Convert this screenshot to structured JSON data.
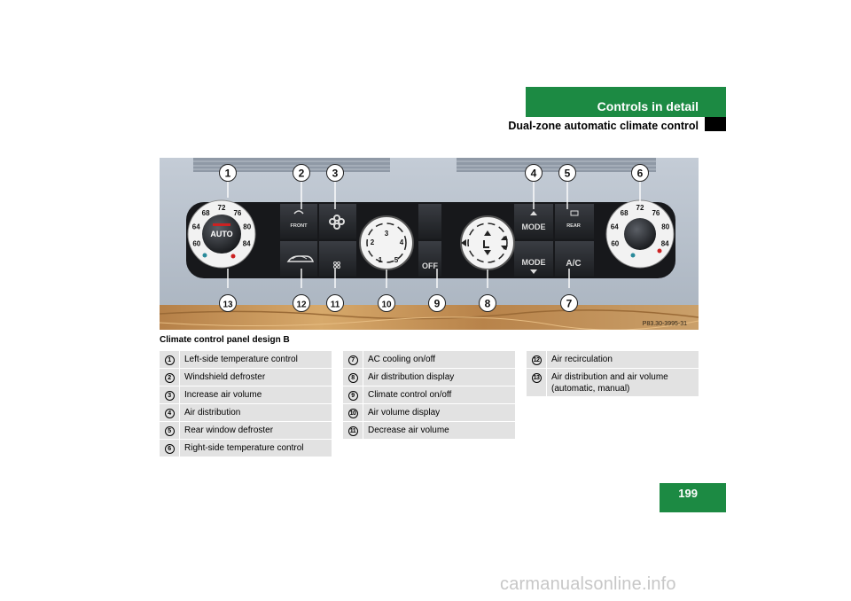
{
  "header": {
    "title": "Controls in detail",
    "subtitle": "Dual-zone automatic climate control"
  },
  "figure": {
    "callouts_top": [
      "1",
      "2",
      "3",
      "4",
      "5",
      "6"
    ],
    "callouts_bottom": [
      "13",
      "12",
      "11",
      "10",
      "9",
      "8",
      "7"
    ],
    "image_code": "P83.30-3995-31",
    "panel_labels": {
      "auto": "AUTO",
      "front": "FRONT",
      "rear": "REAR",
      "mode": "MODE",
      "off": "OFF",
      "ac": "A/C",
      "left_temps": [
        "60",
        "64",
        "68",
        "72",
        "76",
        "80",
        "84"
      ],
      "right_temps": [
        "60",
        "64",
        "68",
        "72",
        "76",
        "80",
        "84"
      ],
      "fan_steps": [
        "1",
        "2",
        "3",
        "4",
        "5"
      ]
    }
  },
  "caption": "Climate control panel design B",
  "legend": {
    "col1": [
      {
        "num": "1",
        "text": "Left-side temperature control"
      },
      {
        "num": "2",
        "text": "Windshield defroster"
      },
      {
        "num": "3",
        "text": "Increase air volume"
      },
      {
        "num": "4",
        "text": "Air distribution"
      },
      {
        "num": "5",
        "text": "Rear window defroster"
      },
      {
        "num": "6",
        "text": "Right-side temperature control"
      }
    ],
    "col2": [
      {
        "num": "7",
        "text": "AC cooling on/off"
      },
      {
        "num": "8",
        "text": "Air distribution display"
      },
      {
        "num": "9",
        "text": "Climate control on/off"
      },
      {
        "num": "10",
        "text": "Air volume display"
      },
      {
        "num": "11",
        "text": "Decrease air volume"
      }
    ],
    "col3": [
      {
        "num": "12",
        "text": "Air recirculation"
      },
      {
        "num": "13",
        "text": "Air distribution and air volume (automatic, manual)"
      }
    ]
  },
  "page_number": "199",
  "watermark": "carmanualsonline.info",
  "colors": {
    "accent": "#1c8a43"
  }
}
